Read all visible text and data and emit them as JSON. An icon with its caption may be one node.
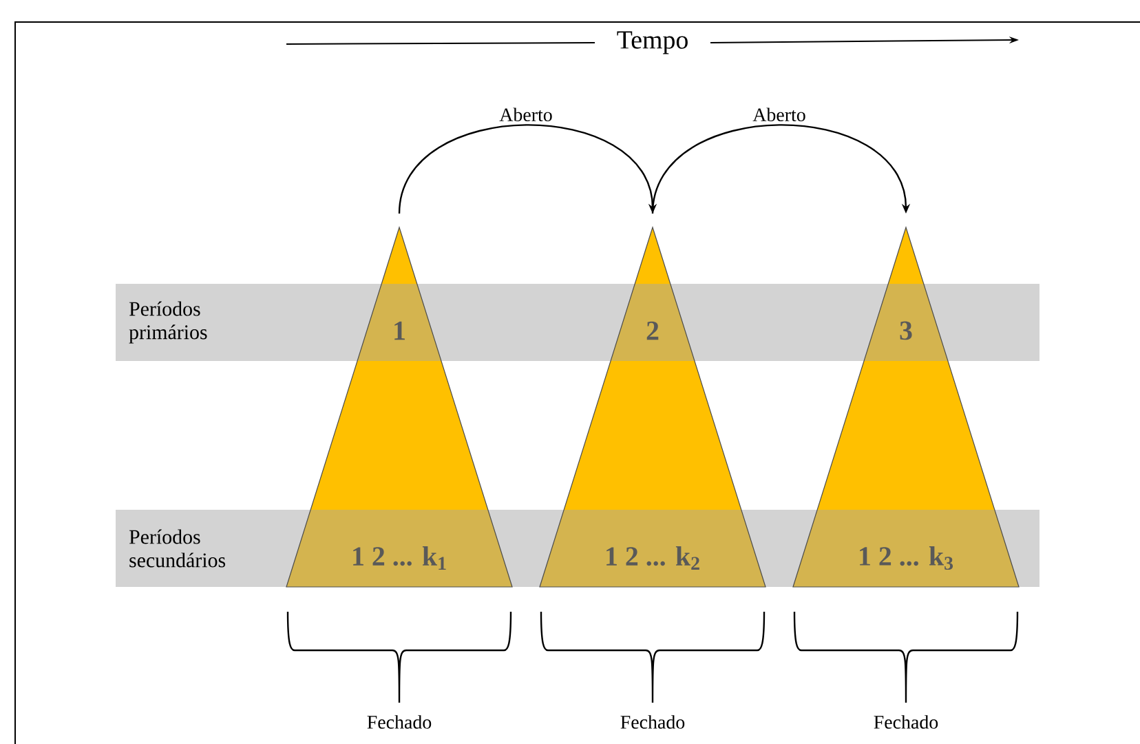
{
  "diagram": {
    "nodes": [
      {
        "text": [
          "1",
          "1 2 ... k$_{1}$"
        ]
      },
      {
        "text": [
          "2",
          "1 2 ... k$_{2}$"
        ]
      },
      {
        "text": [
          "3",
          "1 2 ... k$_{3}$"
        ]
      }
    ],
    "edges": [
      {
        "from": 0,
        "to": 1,
        "arrow": "to",
        "label": "Aberto"
      },
      {
        "from": 1,
        "to": 2,
        "arrow": "to",
        "label": "Aberto"
      }
    ],
    "labels": [
      "Tempo",
      "Períodos primários",
      "Períodos secundários",
      "Fechado",
      "Fechado",
      "Fechado"
    ]
  }
}
